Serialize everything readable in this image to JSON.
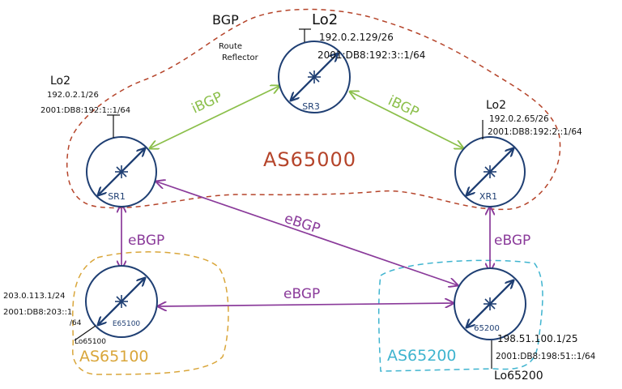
{
  "colors": {
    "router_stroke": "#1f3f73",
    "as65000": "#b5442a",
    "as65100": "#d9a63a",
    "as65200": "#3fb4cf",
    "ibgp": "#8bbf4a",
    "ebgp": "#8a3a9a",
    "ink": "#111111"
  },
  "title": {
    "bgp_rr_top": "BGP",
    "bgp_rr_line1": "Route",
    "bgp_rr_line2": "Reflector"
  },
  "as_labels": {
    "as65000": "AS65000",
    "as65100": "AS65100",
    "as65200": "AS65200"
  },
  "routers": {
    "sr3": {
      "label": "SR3",
      "lo_name": "Lo2",
      "ipv4": "192.0.2.129/26",
      "ipv6": "2001:DB8:192:3::1/64"
    },
    "sr1": {
      "label": "SR1",
      "lo_name": "Lo2",
      "ipv4": "192.0.2.1/26",
      "ipv6": "2001:DB8:192:1::1/64"
    },
    "xr1": {
      "label": "XR1",
      "lo_name": "Lo2",
      "ipv4": "192.0.2.65/26",
      "ipv6": "2001:DB8:192:2::1/64"
    },
    "e65100": {
      "label": "E65100",
      "lo_name": "Lo65100",
      "ipv4": "203.0.113.1/24",
      "ipv6_a": "2001:DB8:203::1",
      "ipv6_b": "/64"
    },
    "r65200": {
      "label": "65200",
      "lo_name": "Lo65200",
      "ipv4": "198.51.100.1/25",
      "ipv6": "2001:DB8:198:51::1/64"
    }
  },
  "links": {
    "sr1_sr3": "iBGP",
    "sr3_xr1": "iBGP",
    "sr1_e65100": "eBGP",
    "sr1_r65200": "eBGP",
    "xr1_r65200": "eBGP",
    "e65100_r65200": "eBGP"
  }
}
